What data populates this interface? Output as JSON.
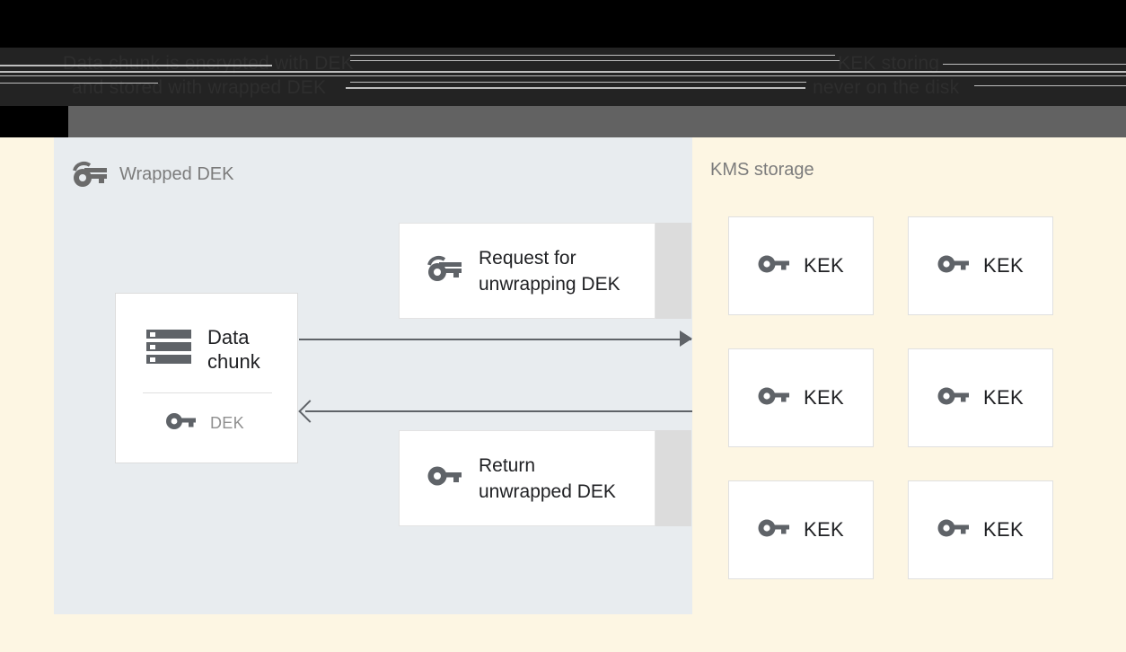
{
  "header": {
    "obscured_line_1": "Data chunk is encrypted with DEK",
    "obscured_line_2": "and stored with wrapped DEK",
    "obscured_right_1": "KEK storing",
    "obscured_right_2": "never on the disk"
  },
  "left_panel": {
    "title": "Wrapped DEK",
    "key_icon": "wrapped-key-icon",
    "data_chunk_card": {
      "storage_icon": "storage-icon",
      "title": "Data\nchunk",
      "dek": {
        "key_icon": "key-icon",
        "label": "DEK"
      }
    },
    "messages": [
      {
        "icon": "wrapped-key-icon",
        "text": "Request for\nunwrapping DEK"
      },
      {
        "icon": "key-icon",
        "text": "Return\nunwrapped DEK"
      }
    ],
    "arrows": [
      {
        "name": "request-arrow",
        "direction": "right"
      },
      {
        "name": "return-arrow",
        "direction": "left"
      }
    ]
  },
  "right_panel": {
    "title": "KMS storage",
    "kek_boxes": [
      {
        "icon": "key-icon",
        "label": "KEK"
      },
      {
        "icon": "key-icon",
        "label": "KEK"
      },
      {
        "icon": "key-icon",
        "label": "KEK"
      },
      {
        "icon": "key-icon",
        "label": "KEK"
      },
      {
        "icon": "key-icon",
        "label": "KEK"
      },
      {
        "icon": "key-icon",
        "label": "KEK"
      }
    ]
  },
  "colors": {
    "left_panel_bg": "#e8ecef",
    "right_panel_bg": "#fdf6e3",
    "card_bg": "#ffffff",
    "icon_gray": "#5f6368",
    "label_gray": "#7c7c7c",
    "text_dark": "#202124",
    "top_band_black": "#000000",
    "top_band_dark": "#232323",
    "top_band_gray": "#626262"
  }
}
